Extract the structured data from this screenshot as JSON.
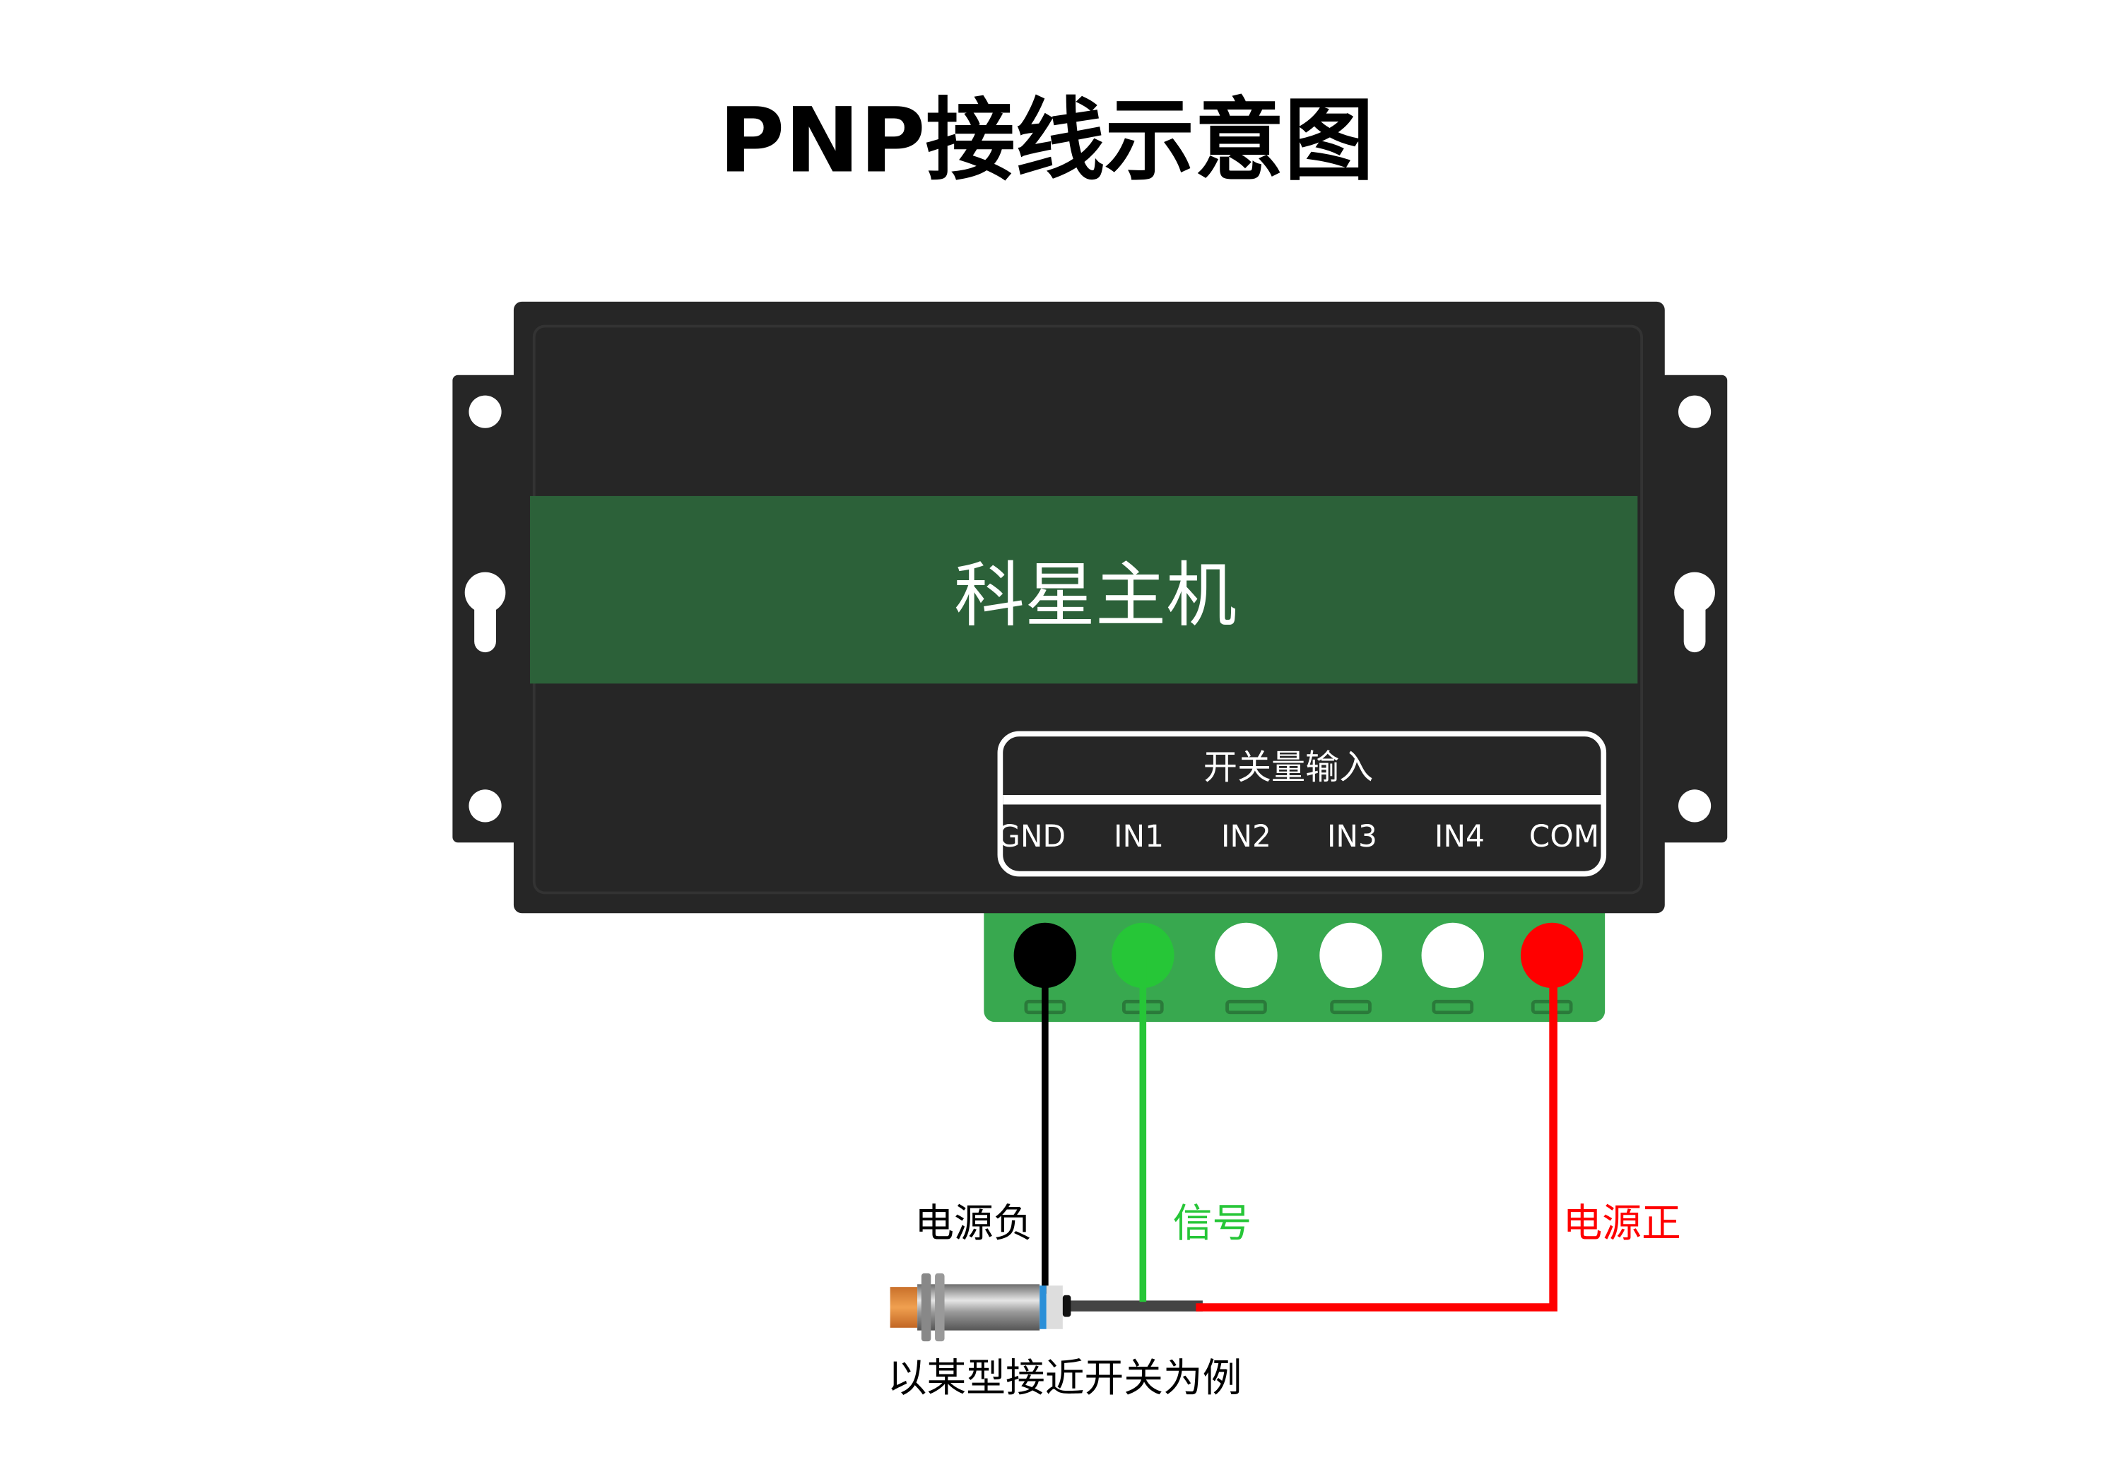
{
  "title": "PNP接线示意图",
  "device": {
    "name": "科星主机",
    "terminal_header": "开关量输入",
    "terminals": [
      {
        "label": "GND",
        "wire_color": "#000000"
      },
      {
        "label": "IN1",
        "wire_color": "#26c637"
      },
      {
        "label": "IN2",
        "wire_color": "#ffffff"
      },
      {
        "label": "IN3",
        "wire_color": "#ffffff"
      },
      {
        "label": "IN4",
        "wire_color": "#ffffff"
      },
      {
        "label": "COM",
        "wire_color": "#ff0000"
      }
    ]
  },
  "wires": {
    "negative": {
      "label": "电源负",
      "color": "#000000"
    },
    "signal": {
      "label": "信号",
      "color": "#26c637"
    },
    "positive": {
      "label": "电源正",
      "color": "#ff0000"
    }
  },
  "caption": "以某型接近开关为例",
  "colors": {
    "body": "#262626",
    "band": "#2c6139",
    "terminal_block": "#38a84f"
  }
}
